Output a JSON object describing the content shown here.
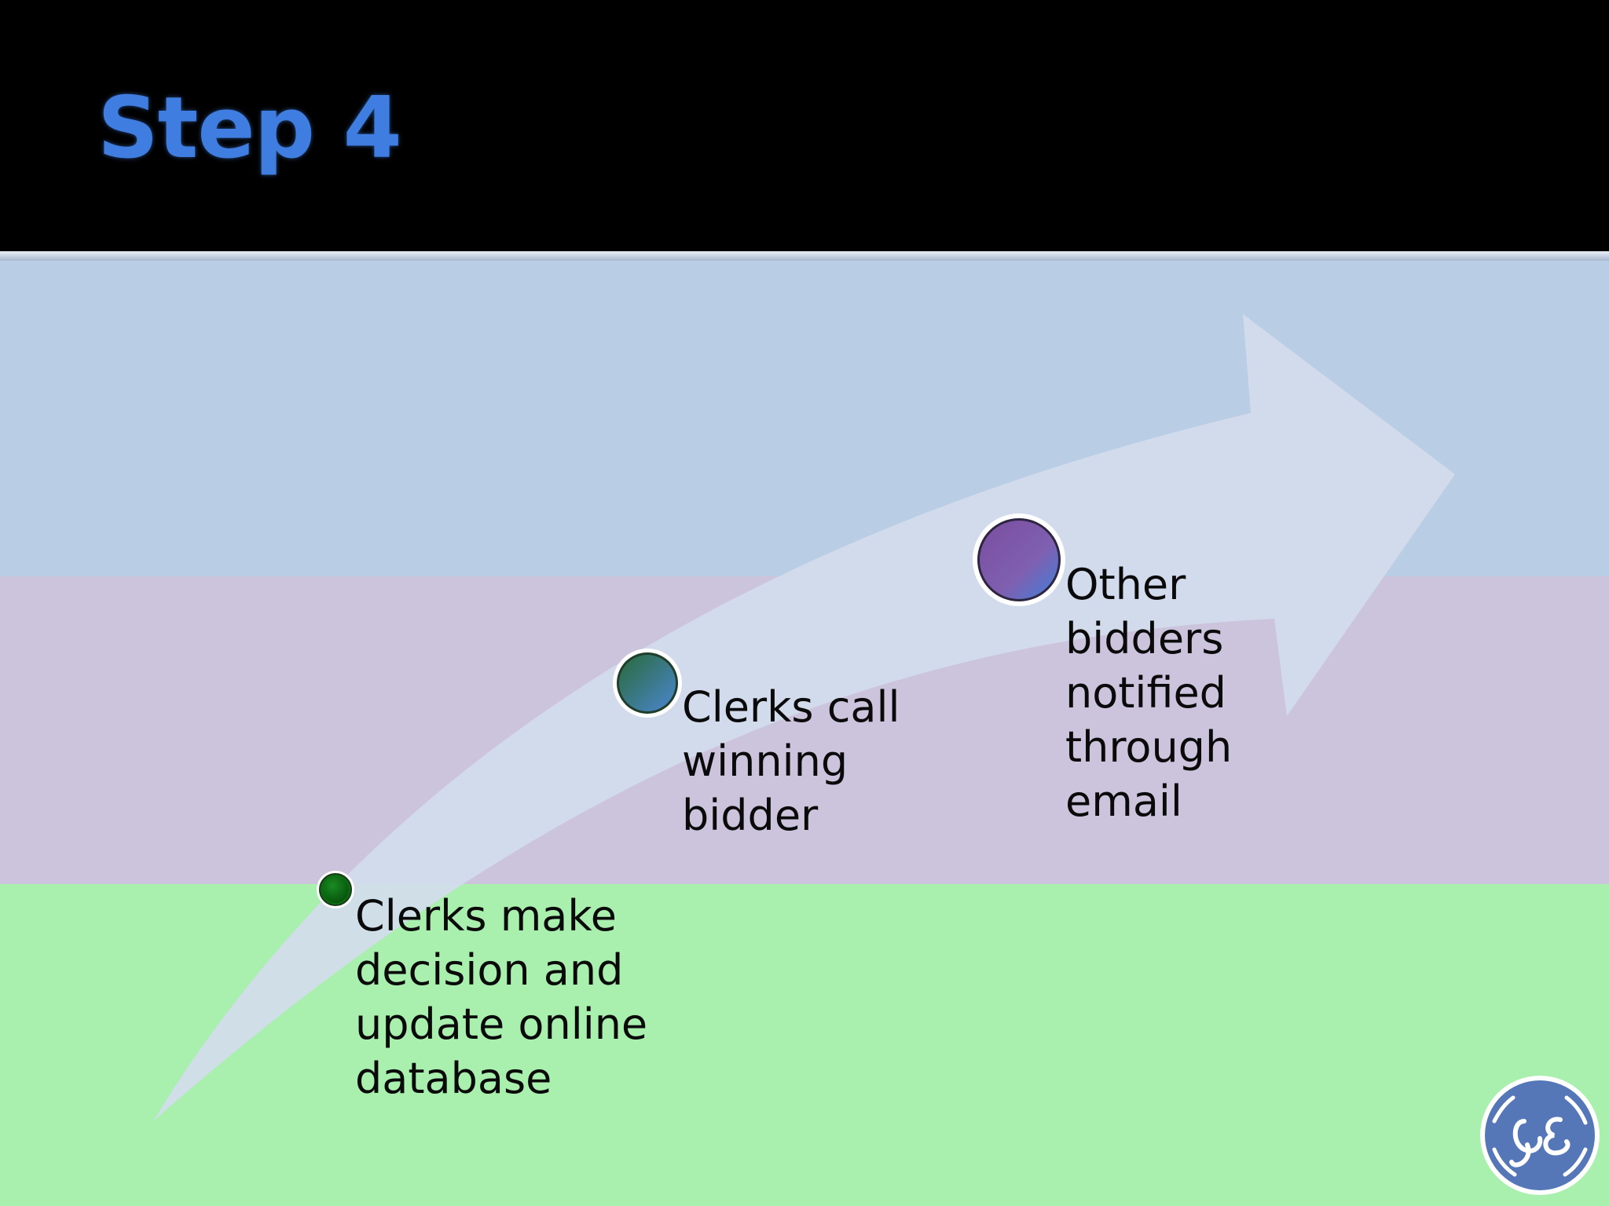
{
  "slide": {
    "title": "Step 4"
  },
  "steps": [
    {
      "label": "Clerks make\ndecision and\nupdate online\ndatabase",
      "marker_color": "#0b6e12"
    },
    {
      "label": "Clerks call\nwinning\nbidder",
      "marker_color": "#2e6f6a"
    },
    {
      "label": "Other\nbidders\nnotified\nthrough\nemail",
      "marker_color": "#7a5aa8"
    }
  ],
  "colors": {
    "title": "#3f7ee0",
    "band_blue": "#b9cde4",
    "band_purple": "#ccc4dd",
    "band_green": "#a9efae",
    "arrow": "#d3dceb"
  },
  "logo": {
    "name": "ge-logo",
    "text": "GE"
  }
}
